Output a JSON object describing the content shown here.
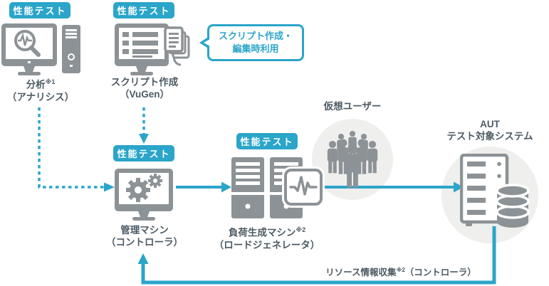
{
  "colors": {
    "accent_blue": "#2BA5CA",
    "icon_gray": "#8C9295",
    "text_dark": "#4D5A63",
    "circle_bg": "#EFEFEE"
  },
  "nodes": {
    "analysis": {
      "badge": "性能テスト",
      "title": "分析",
      "sup": "※1",
      "subtitle": "（アナリシス）"
    },
    "script": {
      "badge": "性能テスト",
      "title": "スクリプト作成",
      "subtitle": "（VuGen）"
    },
    "controller": {
      "badge": "性能テスト",
      "title": "管理マシン",
      "subtitle": "（コントローラ）"
    },
    "loadgen": {
      "badge": "性能テスト",
      "title": "負荷生成マシン",
      "sup": "※2",
      "subtitle": "（ロードジェネレータ）"
    },
    "vusers": {
      "title": "仮想ユーザー"
    },
    "aut": {
      "title": "AUT",
      "subtitle": "テスト対象システム"
    }
  },
  "callout": {
    "line1": "スクリプト作成・",
    "line2": "編集時利用"
  },
  "return_label": {
    "text": "リソース情報収集",
    "sup": "※2",
    "suffix": "（コントローラ）"
  }
}
